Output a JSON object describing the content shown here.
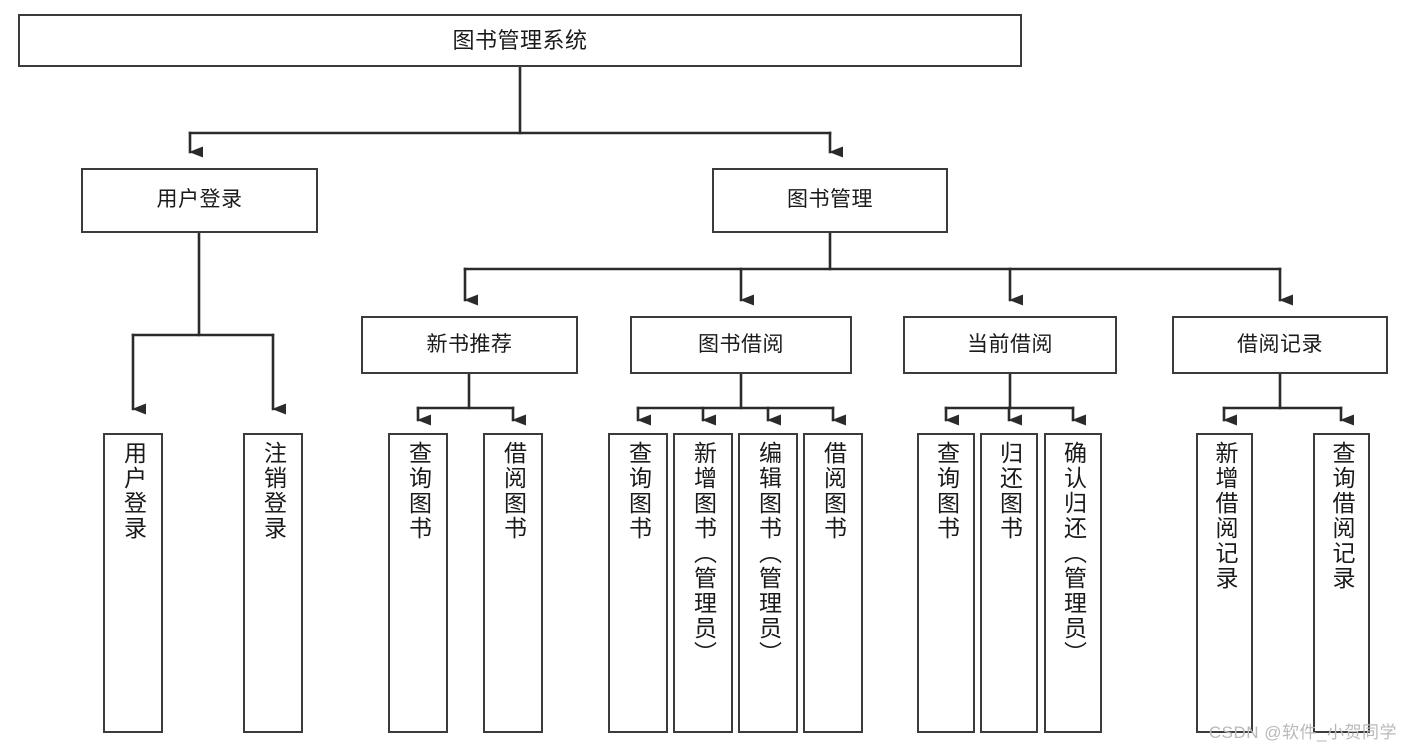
{
  "diagram": {
    "title": "图书管理系统",
    "type": "tree-hierarchy",
    "watermark": "CSDN @软件_小贺同学",
    "colors": {
      "box_border": "#3b3b3b",
      "box_fill": "#ffffff",
      "edge": "#2b2b2b",
      "text": "#1a1a1a",
      "watermark": "#b9b9b9"
    },
    "nodes": {
      "root": {
        "label": "图书管理系统"
      },
      "level2": [
        {
          "id": "user-login",
          "label": "用户登录"
        },
        {
          "id": "book-manage",
          "label": "图书管理"
        }
      ],
      "level3": [
        {
          "id": "new-book-rec",
          "label": "新书推荐"
        },
        {
          "id": "book-borrow",
          "label": "图书借阅"
        },
        {
          "id": "current-borrow",
          "label": "当前借阅"
        },
        {
          "id": "borrow-record",
          "label": "借阅记录"
        }
      ],
      "leaves": {
        "user_login": [
          {
            "id": "leaf-user-login",
            "label": "用户登录"
          },
          {
            "id": "leaf-logout-login",
            "label": "注销登录"
          }
        ],
        "new_book_rec": [
          {
            "id": "leaf-query-book-1",
            "label": "查询图书"
          },
          {
            "id": "leaf-borrow-book-1",
            "label": "借阅图书"
          }
        ],
        "book_borrow": [
          {
            "id": "leaf-query-book-2",
            "label": "查询图书"
          },
          {
            "id": "leaf-add-book",
            "label": "新增图书（管理员）"
          },
          {
            "id": "leaf-edit-book",
            "label": "编辑图书（管理员）"
          },
          {
            "id": "leaf-borrow-book-2",
            "label": "借阅图书"
          }
        ],
        "current_borrow": [
          {
            "id": "leaf-query-book-3",
            "label": "查询图书"
          },
          {
            "id": "leaf-return-book",
            "label": "归还图书"
          },
          {
            "id": "leaf-confirm-return",
            "label": "确认归还（管理员）"
          }
        ],
        "borrow_record": [
          {
            "id": "leaf-add-record",
            "label": "新增借阅记录"
          },
          {
            "id": "leaf-query-record",
            "label": "查询借阅记录"
          }
        ]
      }
    }
  }
}
